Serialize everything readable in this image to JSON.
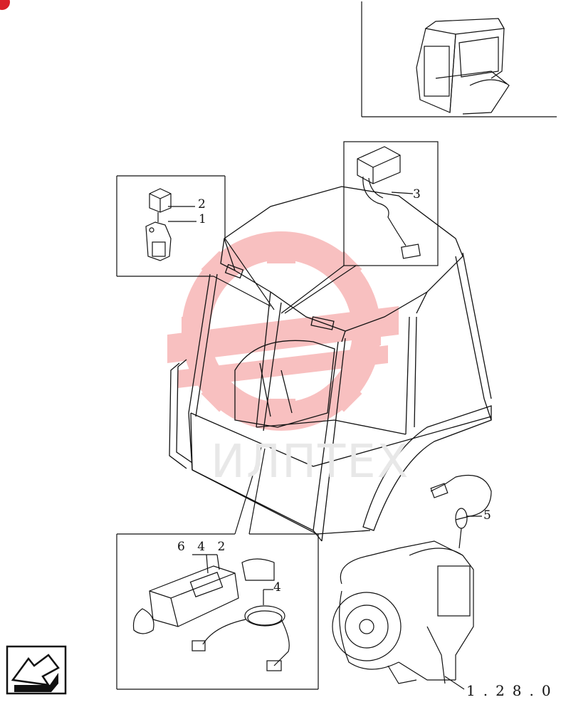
{
  "watermark_text": "ИЛПТЕХ",
  "callouts": [
    {
      "id": "c1",
      "text": "1"
    },
    {
      "id": "c2",
      "text": "2"
    },
    {
      "id": "c3",
      "text": "3"
    },
    {
      "id": "c4",
      "text": "4"
    },
    {
      "id": "c5",
      "text": "5"
    },
    {
      "id": "c642",
      "text": "6 4 2"
    }
  ],
  "reference_code": "1.28.0",
  "colors": {
    "line": "#111111",
    "watermark_red": "#f4a3a3",
    "watermark_gray": "#e0e0e0",
    "badge": "#d9202a"
  },
  "icons": [
    "navigation-arrow-icon",
    "gear-watermark-icon"
  ]
}
